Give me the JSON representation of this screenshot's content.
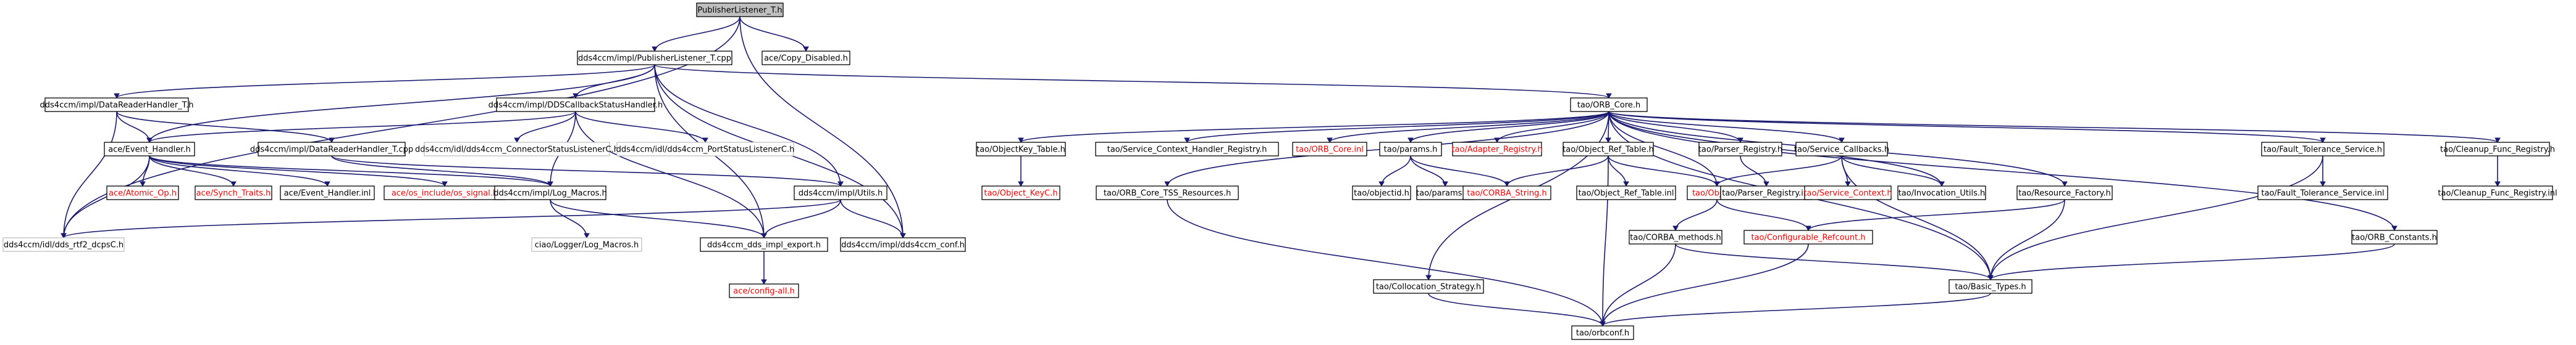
{
  "colors": {
    "edge": "#191970",
    "node_border": "#000000",
    "node_border_unlinked": "#bfbfbf",
    "root_fill": "#bfbfbf",
    "link_missing_text": "#ff0000"
  },
  "nodes": {
    "root": "PublisherListener_T.h",
    "pub_cpp": "dds4ccm/impl/PublisherListener_T.cpp",
    "copy_disabled": "ace/Copy_Disabled.h",
    "drh_h": "dds4ccm/impl/DataReaderHandler_T.h",
    "ddscb_h": "dds4ccm/impl/DDSCallbackStatusHandler.h",
    "orb_core_h": "tao/ORB_Core.h",
    "event_handler_h": "ace/Event_Handler.h",
    "drh_cpp": "dds4ccm/impl/DataReaderHandler_T.cpp",
    "conn_listener": "dds4ccm/idl/dds4ccm_ConnectorStatusListenerC.h",
    "port_listener": "dds4ccm/idl/dds4ccm_PortStatusListenerC.h",
    "atomic_op": "ace/Atomic_Op.h",
    "synch_traits": "ace/Synch_Traits.h",
    "event_handler_inl": "ace/Event_Handler.inl",
    "os_signal": "ace/os_include/os_signal.h",
    "log_macros": "dds4ccm/impl/Log_Macros.h",
    "utils_h": "dds4ccm/impl/Utils.h",
    "rtf2": "dds4ccm/idl/dds_rtf2_dcpsC.h",
    "ciao_log": "ciao/Logger/Log_Macros.h",
    "dds_export": "dds4ccm_dds_impl_export.h",
    "dds4ccm_conf": "dds4ccm/impl/dds4ccm_conf.h",
    "config_all": "ace/config-all.h",
    "objkey_table": "tao/ObjectKey_Table.h",
    "objkey_c": "tao/Object_KeyC.h",
    "svc_ctx": "tao/Service_Context_Handler_Registry.h",
    "orb_core_inl": "tao/ORB_Core.inl",
    "tss": "tao/ORB_Core_TSS_Resources.h",
    "params_h": "tao/params.h",
    "objectid": "tao/objectid.h",
    "params_inl": "tao/params.inl",
    "adapter_reg": "tao/Adapter_Registry.h",
    "corba_string": "tao/CORBA_String.h",
    "objref_table": "tao/Object_Ref_Table.h",
    "objref_table_inl": "tao/Object_Ref_Table.inl",
    "object_h": "tao/Object.h",
    "corba_methods": "tao/CORBA_methods.h",
    "parser_reg": "tao/Parser_Registry.h",
    "parser_reg_inl": "tao/Parser_Registry.inl",
    "svc_callbacks": "tao/Service_Callbacks.h",
    "svc_context": "tao/Service_Context.h",
    "invocation_utils": "tao/Invocation_Utils.h",
    "resource_factory": "tao/Resource_Factory.h",
    "configurable_refcount": "tao/Configurable_Refcount.h",
    "ft_service": "tao/Fault_Tolerance_Service.h",
    "ft_service_inl": "tao/Fault_Tolerance_Service.inl",
    "cleanup_reg": "tao/Cleanup_Func_Registry.h",
    "cleanup_reg_inl": "tao/Cleanup_Func_Registry.inl",
    "orb_constants": "tao/ORB_Constants.h",
    "collocation": "tao/Collocation_Strategy.h",
    "basic_types": "tao/Basic_Types.h",
    "orbconf": "tao/orbconf.h"
  }
}
